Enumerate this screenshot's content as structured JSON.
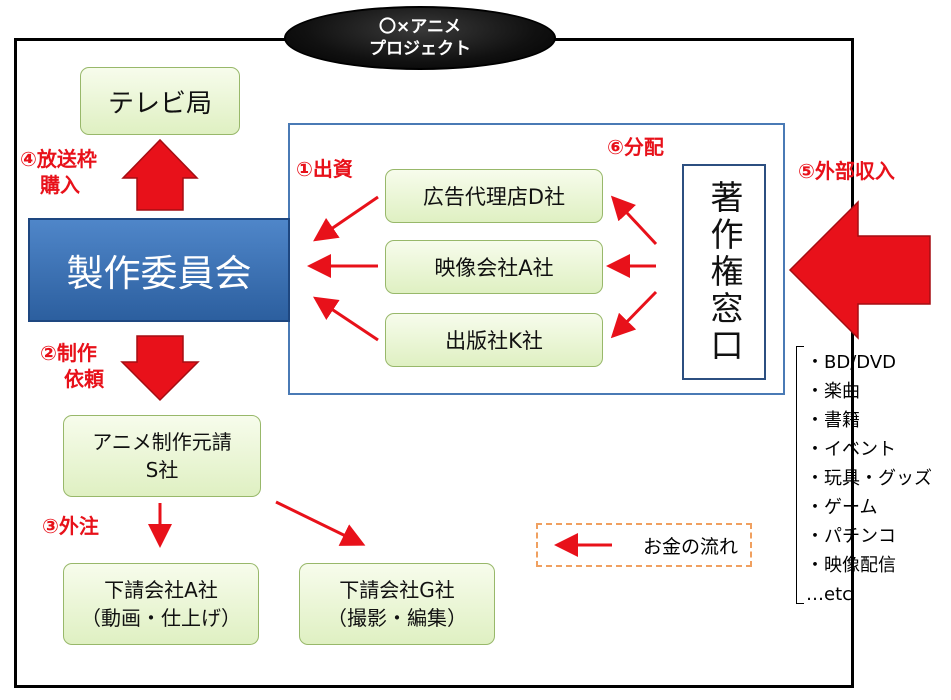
{
  "title": {
    "line1": "〇×アニメ",
    "line2": "プロジェクト"
  },
  "nodes": {
    "tv_station": "テレビ局",
    "committee": "製作委員会",
    "ad_agency": "広告代理店D社",
    "video_company": "映像会社A社",
    "publisher": "出版社K社",
    "rights_window": "著作権窓口",
    "prime_contractor": {
      "line1": "アニメ制作元請",
      "line2": "S社"
    },
    "subcontractor_a": {
      "line1": "下請会社A社",
      "line2": "（動画・仕上げ）"
    },
    "subcontractor_g": {
      "line1": "下請会社G社",
      "line2": "（撮影・編集）"
    }
  },
  "labels": {
    "investment": "①出資",
    "production_request": {
      "line1": "②制作",
      "line2": "依頼"
    },
    "outsourcing": "③外注",
    "broadcast_slot": {
      "line1": "④放送枠",
      "line2": "購入"
    },
    "external_income": "⑤外部収入",
    "distribution": "⑥分配"
  },
  "legend": {
    "text": "お金の流れ"
  },
  "external_income_items": [
    "・BD/DVD",
    "・楽曲",
    "・書籍",
    "・イベント",
    "・玩具・グッズ",
    "・ゲーム",
    "・パチンコ",
    "・映像配信",
    "…etc"
  ],
  "colors": {
    "money_flow": "#e8111a",
    "committee": "#2c5f9f",
    "box_fill": "#dff0c2",
    "inner_border": "#4a7ab5"
  }
}
